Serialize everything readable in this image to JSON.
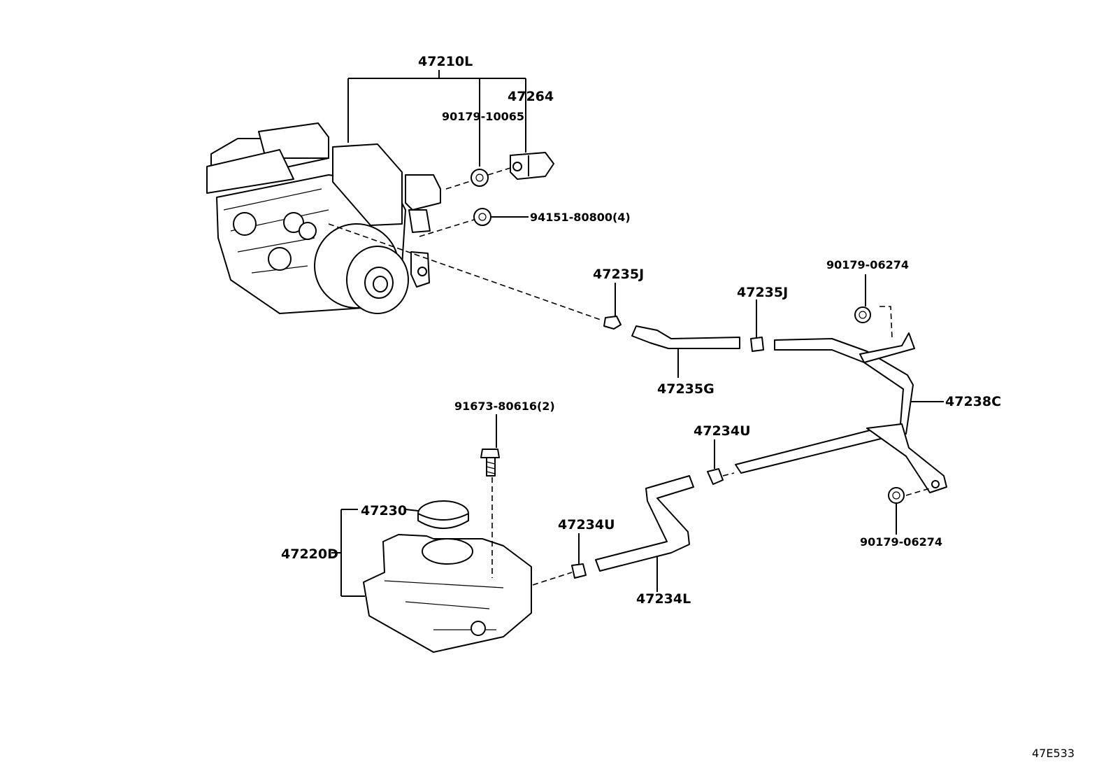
{
  "labels": {
    "assy_actuator": "47210L",
    "bracket": "47264",
    "bolt_1": "90179-10065",
    "nut_4": "94151-80800(4)",
    "clip_upper_1": "47235J",
    "clip_upper_2": "47235J",
    "hose_upper": "47235G",
    "nut_pipe_top": "90179-06274",
    "pipe": "47238C",
    "bolt_reservoir": "91673-80616(2)",
    "clip_lower_1": "47234U",
    "clip_lower_2": "47234U",
    "hose_lower": "47234L",
    "nut_pipe_bottom": "90179-06274",
    "cap": "47230",
    "reservoir": "47220D"
  },
  "figure_id": "47E533"
}
